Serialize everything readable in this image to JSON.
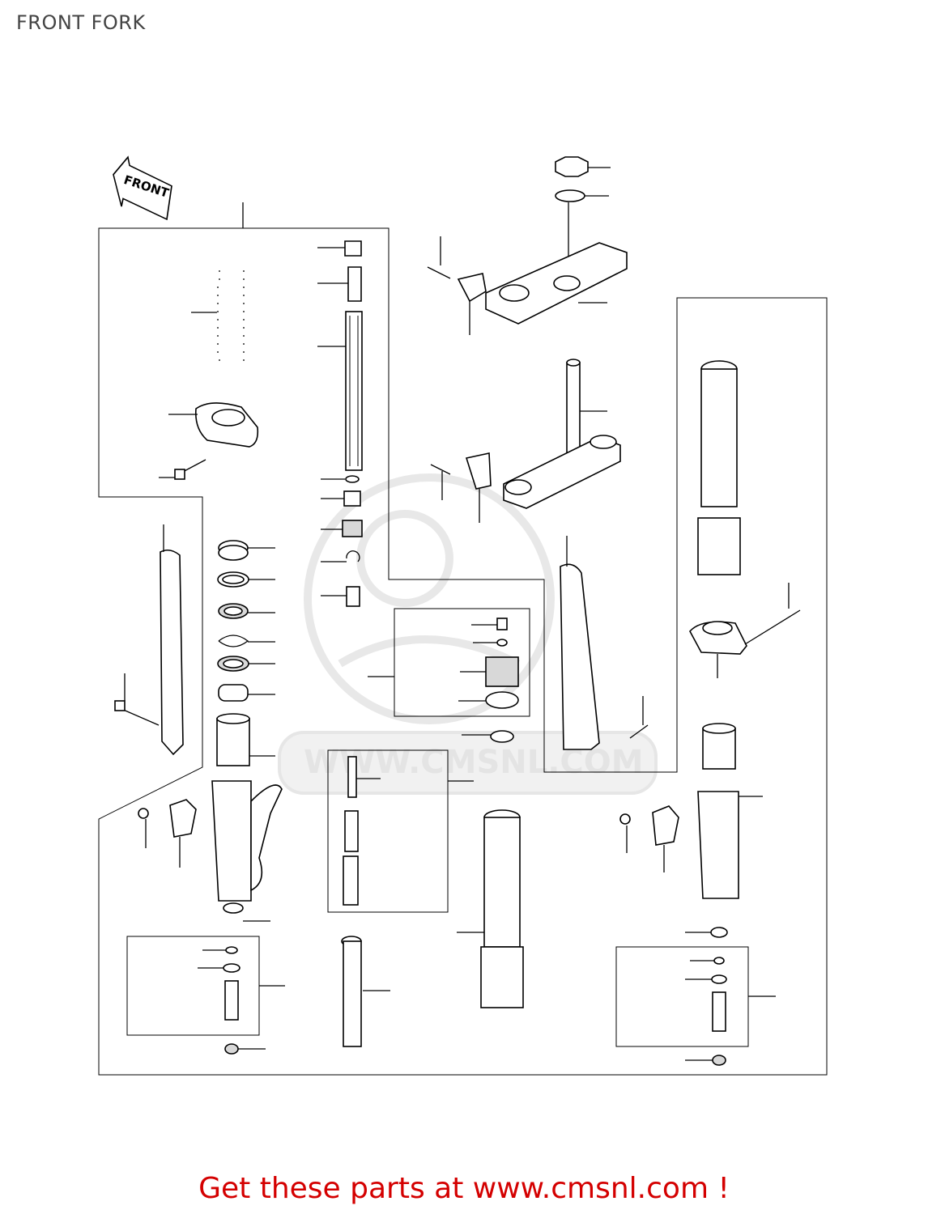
{
  "page": {
    "title": "FRONT FORK",
    "footer": "Get these parts at www.cmsnl.com !"
  },
  "diagram": {
    "front_arrow_label": "FRONT",
    "watermark": "WWW.CMSNL.COM"
  }
}
